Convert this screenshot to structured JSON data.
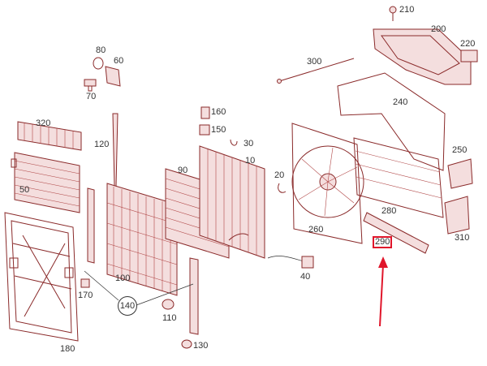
{
  "parts": {
    "p10": "10",
    "p20": "20",
    "p40": "40",
    "p50": "50",
    "p60": "60",
    "p70": "70",
    "p80": "80",
    "p90": "90",
    "p100": "100",
    "p110": "110",
    "p120": "120",
    "p130": "130",
    "p140": "140",
    "p150": "150",
    "p160": "160",
    "p170": "170",
    "p180": "180",
    "p200": "200",
    "p210": "210",
    "p220": "220",
    "p240": "240",
    "p250": "250",
    "p260": "260",
    "p280": "280",
    "p290": "290",
    "p300": "300",
    "p310": "310",
    "p320": "320"
  },
  "highlight": {
    "part": "290",
    "color": "#e0162b"
  },
  "line_color": "#8a2a2a"
}
